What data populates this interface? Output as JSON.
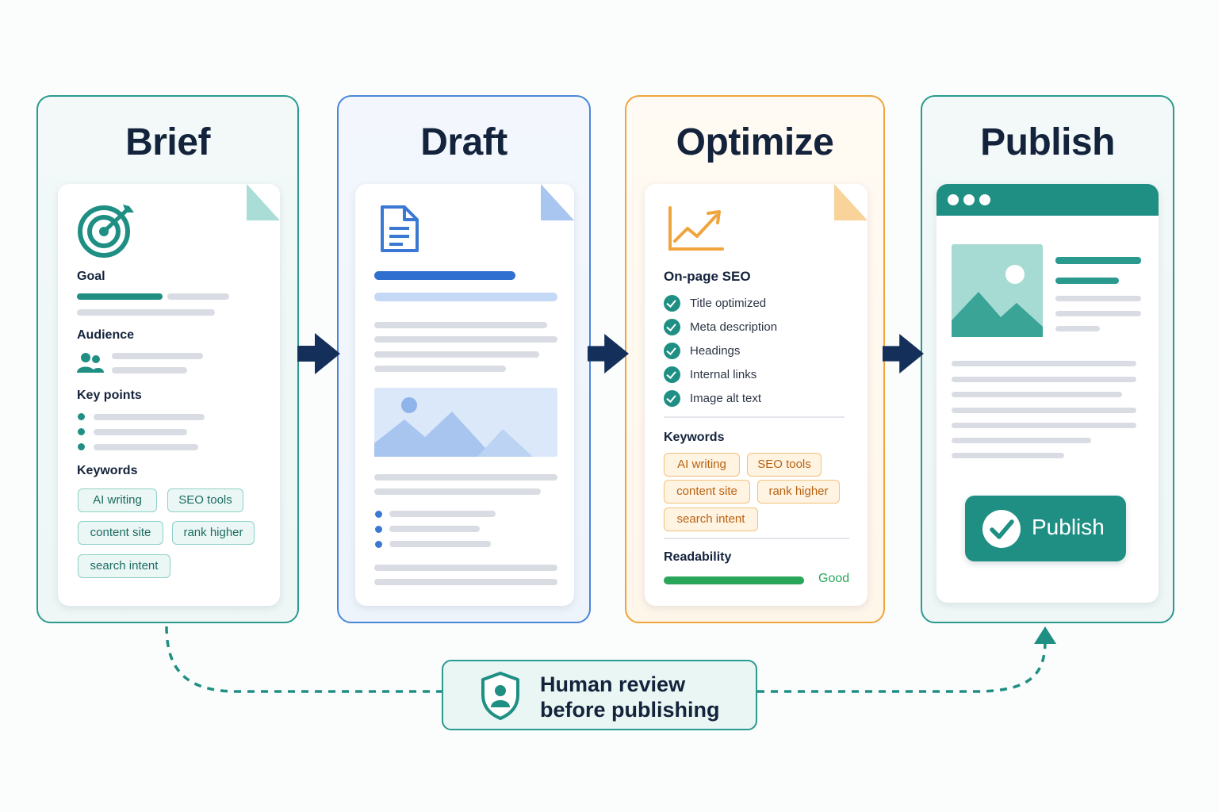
{
  "stages": {
    "brief": {
      "title": "Brief",
      "goal_label": "Goal",
      "audience_label": "Audience",
      "keypoints_label": "Key points",
      "keywords_label": "Keywords",
      "keywords": [
        "AI writing",
        "SEO tools",
        "content site",
        "rank higher",
        "search intent"
      ]
    },
    "draft": {
      "title": "Draft"
    },
    "optimize": {
      "title": "Optimize",
      "seo_label": "On-page SEO",
      "checklist": [
        "Title optimized",
        "Meta description",
        "Headings",
        "Internal links",
        "Image alt text"
      ],
      "keywords_label": "Keywords",
      "keywords": [
        "AI writing",
        "SEO tools",
        "content site",
        "rank higher",
        "search intent"
      ],
      "readability_label": "Readability",
      "readability_value": "Good",
      "readability_fraction": 1.0
    },
    "publish": {
      "title": "Publish",
      "button_label": "Publish"
    }
  },
  "review": {
    "line1": "Human review",
    "line2": "before publishing"
  },
  "colors": {
    "teal": "#1f8f84",
    "blue": "#3a78d4",
    "orange": "#f0a43c",
    "navy": "#14233c",
    "green": "#2aa65a"
  },
  "icons": [
    "target-icon",
    "users-icon",
    "document-icon",
    "image-icon",
    "trend-chart-icon",
    "check-icon",
    "shield-user-icon",
    "arrow-right-icon"
  ]
}
